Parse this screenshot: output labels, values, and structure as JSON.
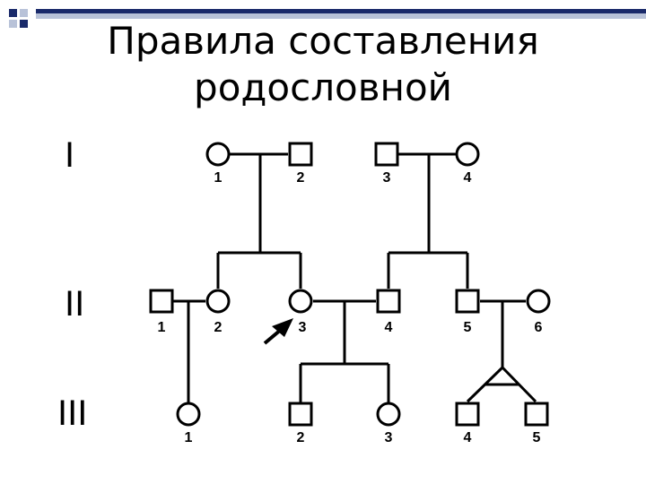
{
  "title": {
    "line1": "Правила составления",
    "line2": "родословной"
  },
  "generations": [
    "I",
    "II",
    "III"
  ],
  "individuals": {
    "gen1": [
      "1",
      "2",
      "3",
      "4"
    ],
    "gen2": [
      "1",
      "2",
      "3",
      "4",
      "5",
      "6"
    ],
    "gen3": [
      "1",
      "2",
      "3",
      "4",
      "5"
    ]
  },
  "colors": {
    "ink": "#000000",
    "deco_dark": "#1a2a6a",
    "deco_light": "#b8c2d8"
  }
}
